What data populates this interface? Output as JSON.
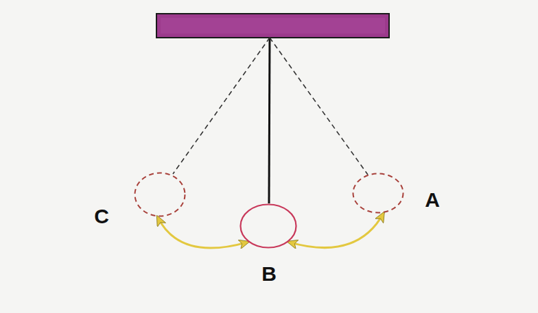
{
  "diagram": {
    "nodes": [
      {
        "text": [
          "C"
        ]
      },
      {
        "text": [
          "B"
        ]
      },
      {
        "text": [
          "A"
        ]
      }
    ],
    "edges": [
      {
        "from": 0,
        "to": 1,
        "arrow": "both"
      },
      {
        "from": 1,
        "to": 2,
        "arrow": "both"
      }
    ]
  }
}
